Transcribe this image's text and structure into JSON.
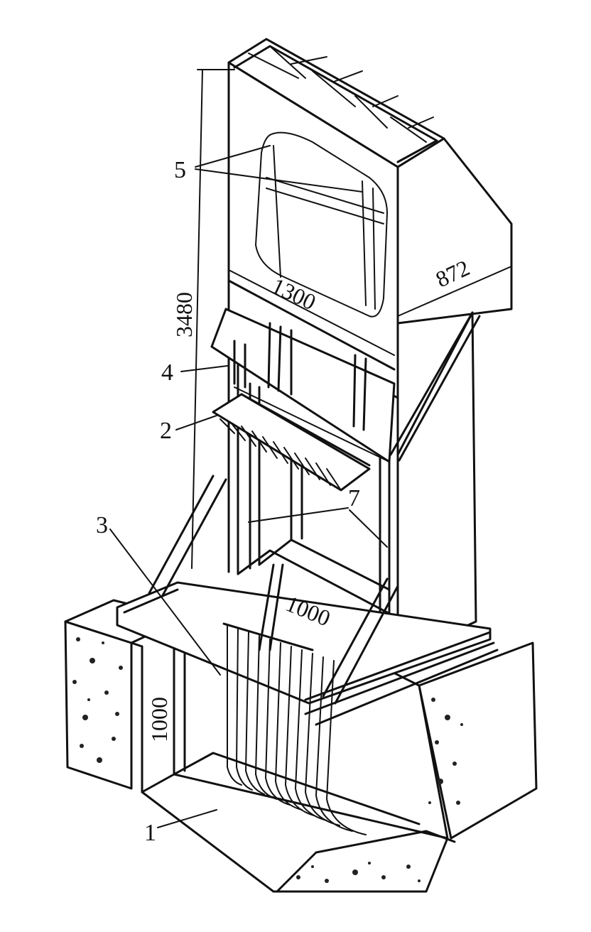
{
  "dimensions": {
    "height_total": "3480",
    "width_top": "1300",
    "depth_top": "872",
    "channel_width": "1000",
    "channel_depth": "1000"
  },
  "labels": {
    "l1": "1",
    "l2": "2",
    "l3": "3",
    "l4": "4",
    "l5": "5",
    "l7": "7"
  },
  "colors": {
    "ink": "#111111",
    "paper": "#ffffff"
  }
}
